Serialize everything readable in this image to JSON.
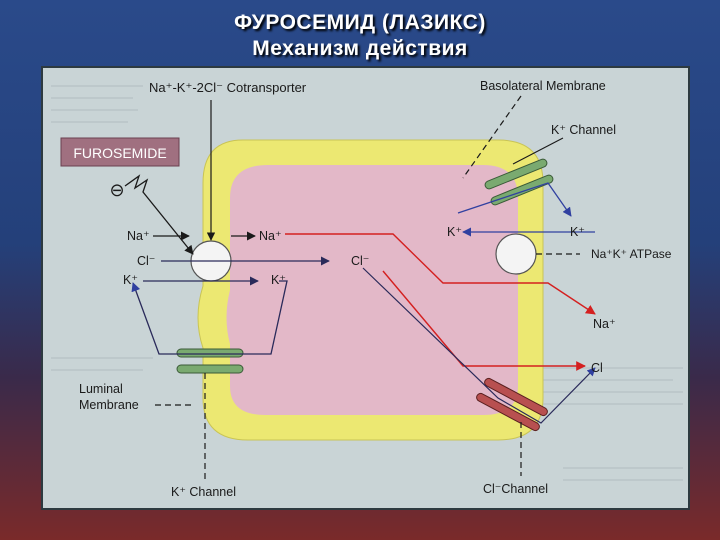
{
  "slide": {
    "title_line1": "ФУРОСЕМИД (ЛАЗИКС)",
    "title_line2": "Механизм действия"
  },
  "diagram": {
    "cotransporter_label": "Na⁺-K⁺-2Cl⁻ Cotransporter",
    "furosemide_label": "FUROSEMIDE",
    "basolateral_label": "Basolateral Membrane",
    "k_channel_top_label": "K⁺ Channel",
    "luminal_label_line1": "Luminal",
    "luminal_label_line2": "Membrane",
    "k_channel_bottom_label": "K⁺ Channel",
    "cl_channel_label": "Cl⁻Channel",
    "atpase_label": "Na⁺K⁺ ATPase",
    "inhibit_symbol": "⊖",
    "ions": {
      "na_in_left": "Na⁺",
      "na_cell": "Na⁺",
      "cl_in_left": "Cl⁻",
      "cl_cell": "Cl⁻",
      "k_in_left": "K⁺",
      "k_cell": "K⁺",
      "k_atpase_left": "K⁺",
      "k_atpase_right": "K⁺",
      "na_out": "Na⁺",
      "cl_out": "Cl"
    },
    "colors": {
      "cell_fill": "#e3b8c8",
      "membrane": "#ece872",
      "furosemide_box": "#a07080",
      "na_arrow": "#d42020",
      "cl_arrow": "#2a2a5a",
      "k_arrow": "#3040a0",
      "k_channel": "#7aaa70",
      "cl_channel": "#b85050"
    }
  }
}
